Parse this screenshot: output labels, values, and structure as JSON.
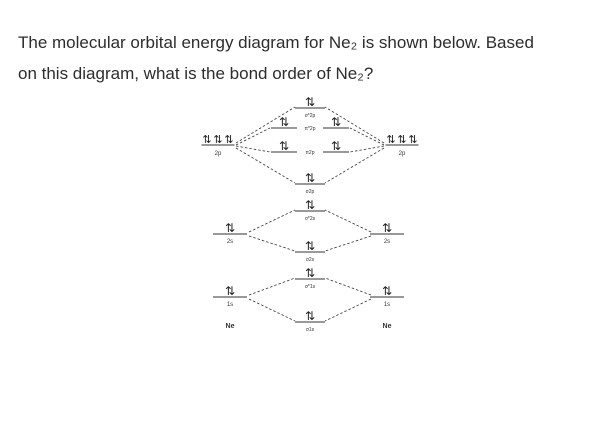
{
  "question": {
    "line1": "The molecular orbital energy diagram for Ne₂ is shown below. Based",
    "line2": "on this diagram, what is the bond order of Ne₂?"
  },
  "diagram": {
    "line_color": "#333333",
    "electron_pair": "⇅",
    "left_atom": {
      "name": "Ne",
      "orbitals": [
        {
          "id": "2p",
          "label": "2p",
          "count": 3
        },
        {
          "id": "2s",
          "label": "2s",
          "count": 1
        },
        {
          "id": "1s",
          "label": "1s",
          "count": 1
        }
      ]
    },
    "right_atom": {
      "name": "Ne",
      "orbitals": [
        {
          "id": "2p",
          "label": "2p",
          "count": 3
        },
        {
          "id": "2s",
          "label": "2s",
          "count": 1
        },
        {
          "id": "1s",
          "label": "1s",
          "count": 1
        }
      ]
    },
    "molecular_orbitals": [
      {
        "id": "sigma-star-2p",
        "label": "σ*2p",
        "count": 1
      },
      {
        "id": "pi-star-2p",
        "label": "π*2p",
        "count": 2
      },
      {
        "id": "pi-2p",
        "label": "π2p",
        "count": 2
      },
      {
        "id": "sigma-2p",
        "label": "σ2p",
        "count": 1
      },
      {
        "id": "sigma-star-2s",
        "label": "σ*2s",
        "count": 1
      },
      {
        "id": "sigma-2s",
        "label": "σ2s",
        "count": 1
      },
      {
        "id": "sigma-star-1s",
        "label": "σ*1s",
        "count": 1
      },
      {
        "id": "sigma-1s",
        "label": "σ1s",
        "count": 1
      }
    ]
  }
}
